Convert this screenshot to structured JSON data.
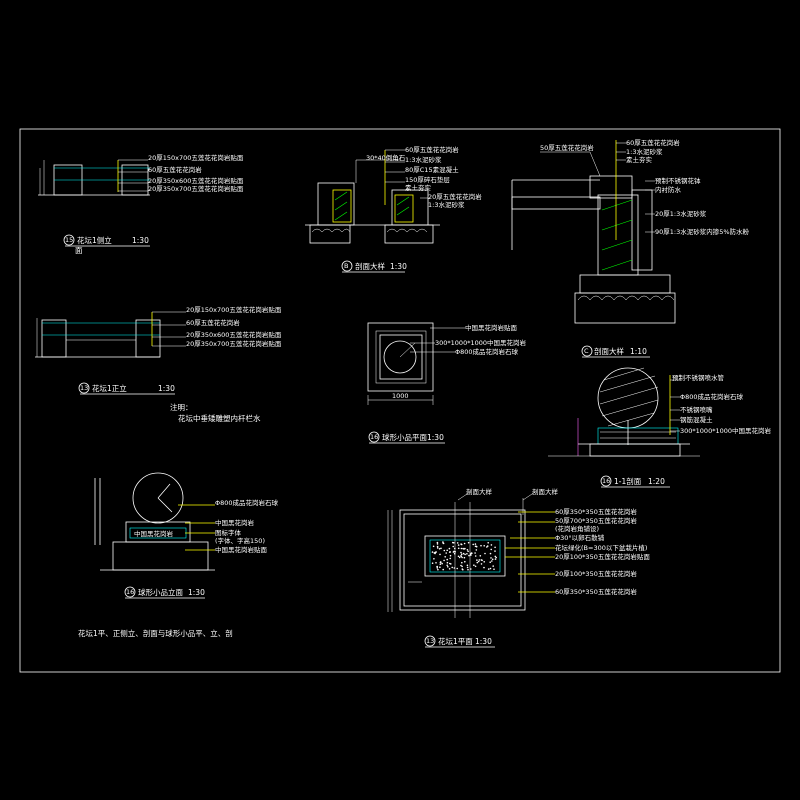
{
  "colors": {
    "background": "#000000",
    "lines": "#ffffff",
    "accent_yellow": "#ffff00",
    "accent_green": "#00ff00",
    "accent_cyan": "#00ffff"
  },
  "main_caption": "花坛1平、正侧立、剖面与球形小品平、立、剖",
  "note": {
    "title": "注明：",
    "text": "花坛中垂矮雕塑内杆栏水"
  },
  "views": {
    "side_elev": {
      "no": "15",
      "title": "花坛1侧立",
      "title2": "面",
      "scale": "1:30",
      "labels": [
        "20厚150x700五莲花花岗岩贴面",
        "60厚五莲花花岗岩",
        "20厚350x600五莲花花岗岩贴面",
        "20厚350x700五莲花花岗岩贴面"
      ]
    },
    "front_elev": {
      "no": "13",
      "title": "花坛1正立",
      "scale": "1:30",
      "labels": [
        "20厚150x700五莲花花岗岩贴面",
        "60厚五莲花花岗岩",
        "20厚350x600五莲花花岗岩贴面",
        "20厚350x700五莲花花岗岩贴面"
      ]
    },
    "detail_b": {
      "no": "B",
      "title": "剖面大样",
      "scale": "1:30",
      "labels": [
        "30*40倒角石",
        "60厚五莲花花岗岩",
        "1:3水泥砂浆",
        "80厚C15素混凝土",
        "150厚碎石垫层",
        "素土夯实",
        "20厚五莲花花岗岩",
        "1:3水泥砂浆"
      ]
    },
    "detail_c": {
      "no": "C",
      "title": "剖面大样",
      "scale": "1:10",
      "labels": [
        "50厚五莲花花岗岩",
        "60厚五莲花花岗岩",
        "1:3水泥砂浆",
        "素土夯实",
        "预制不锈钢花钵",
        "内衬防水",
        "20厚1:3水泥砂浆",
        "90厚1:3水泥砂浆内掺5%防水粉"
      ]
    },
    "sphere_plan": {
      "no": "16",
      "title": "球形小品平面",
      "scale": "1:30",
      "labels": [
        "中国黑花岗岩贴面",
        "300*1000*1000中国黑花岗岩",
        "Φ800成品花岗岩石球"
      ],
      "dim": "1000"
    },
    "section_11": {
      "no": "16",
      "title": "1-1剖面",
      "scale": "1:20",
      "labels": [
        "预制不锈钢喷水管",
        "Φ800成品花岗岩石球",
        "不锈钢喷嘴",
        "钢筋混凝土",
        "300*1000*1000中国黑花岗岩"
      ]
    },
    "sphere_elev": {
      "no": "16",
      "title": "球形小品立面",
      "scale": "1:30",
      "labels": [
        "Φ800成品花岗岩石球",
        "中国黑花岗岩",
        "图标字体",
        "(字体、字高150)",
        "中国黑花岗岩贴面"
      ],
      "engraving": "中国黑花岗岩"
    },
    "plan_view": {
      "no": "13",
      "title": "花坛1平面",
      "scale": "1:30",
      "top_labels": [
        "剖面大样",
        "剖面大样"
      ],
      "labels": [
        "60厚350*350五莲花花岗岩",
        "50厚700*350五莲花花岗岩",
        "(花岗岩角铺设)",
        "Φ30°以卵石散铺",
        "花坛绿化(B=300以下盆栽片植)",
        "20厚100*350五莲花花岗岩贴面",
        "20厚100*350五莲花花岗岩",
        "60厚350*350五莲花花岗岩"
      ]
    }
  }
}
